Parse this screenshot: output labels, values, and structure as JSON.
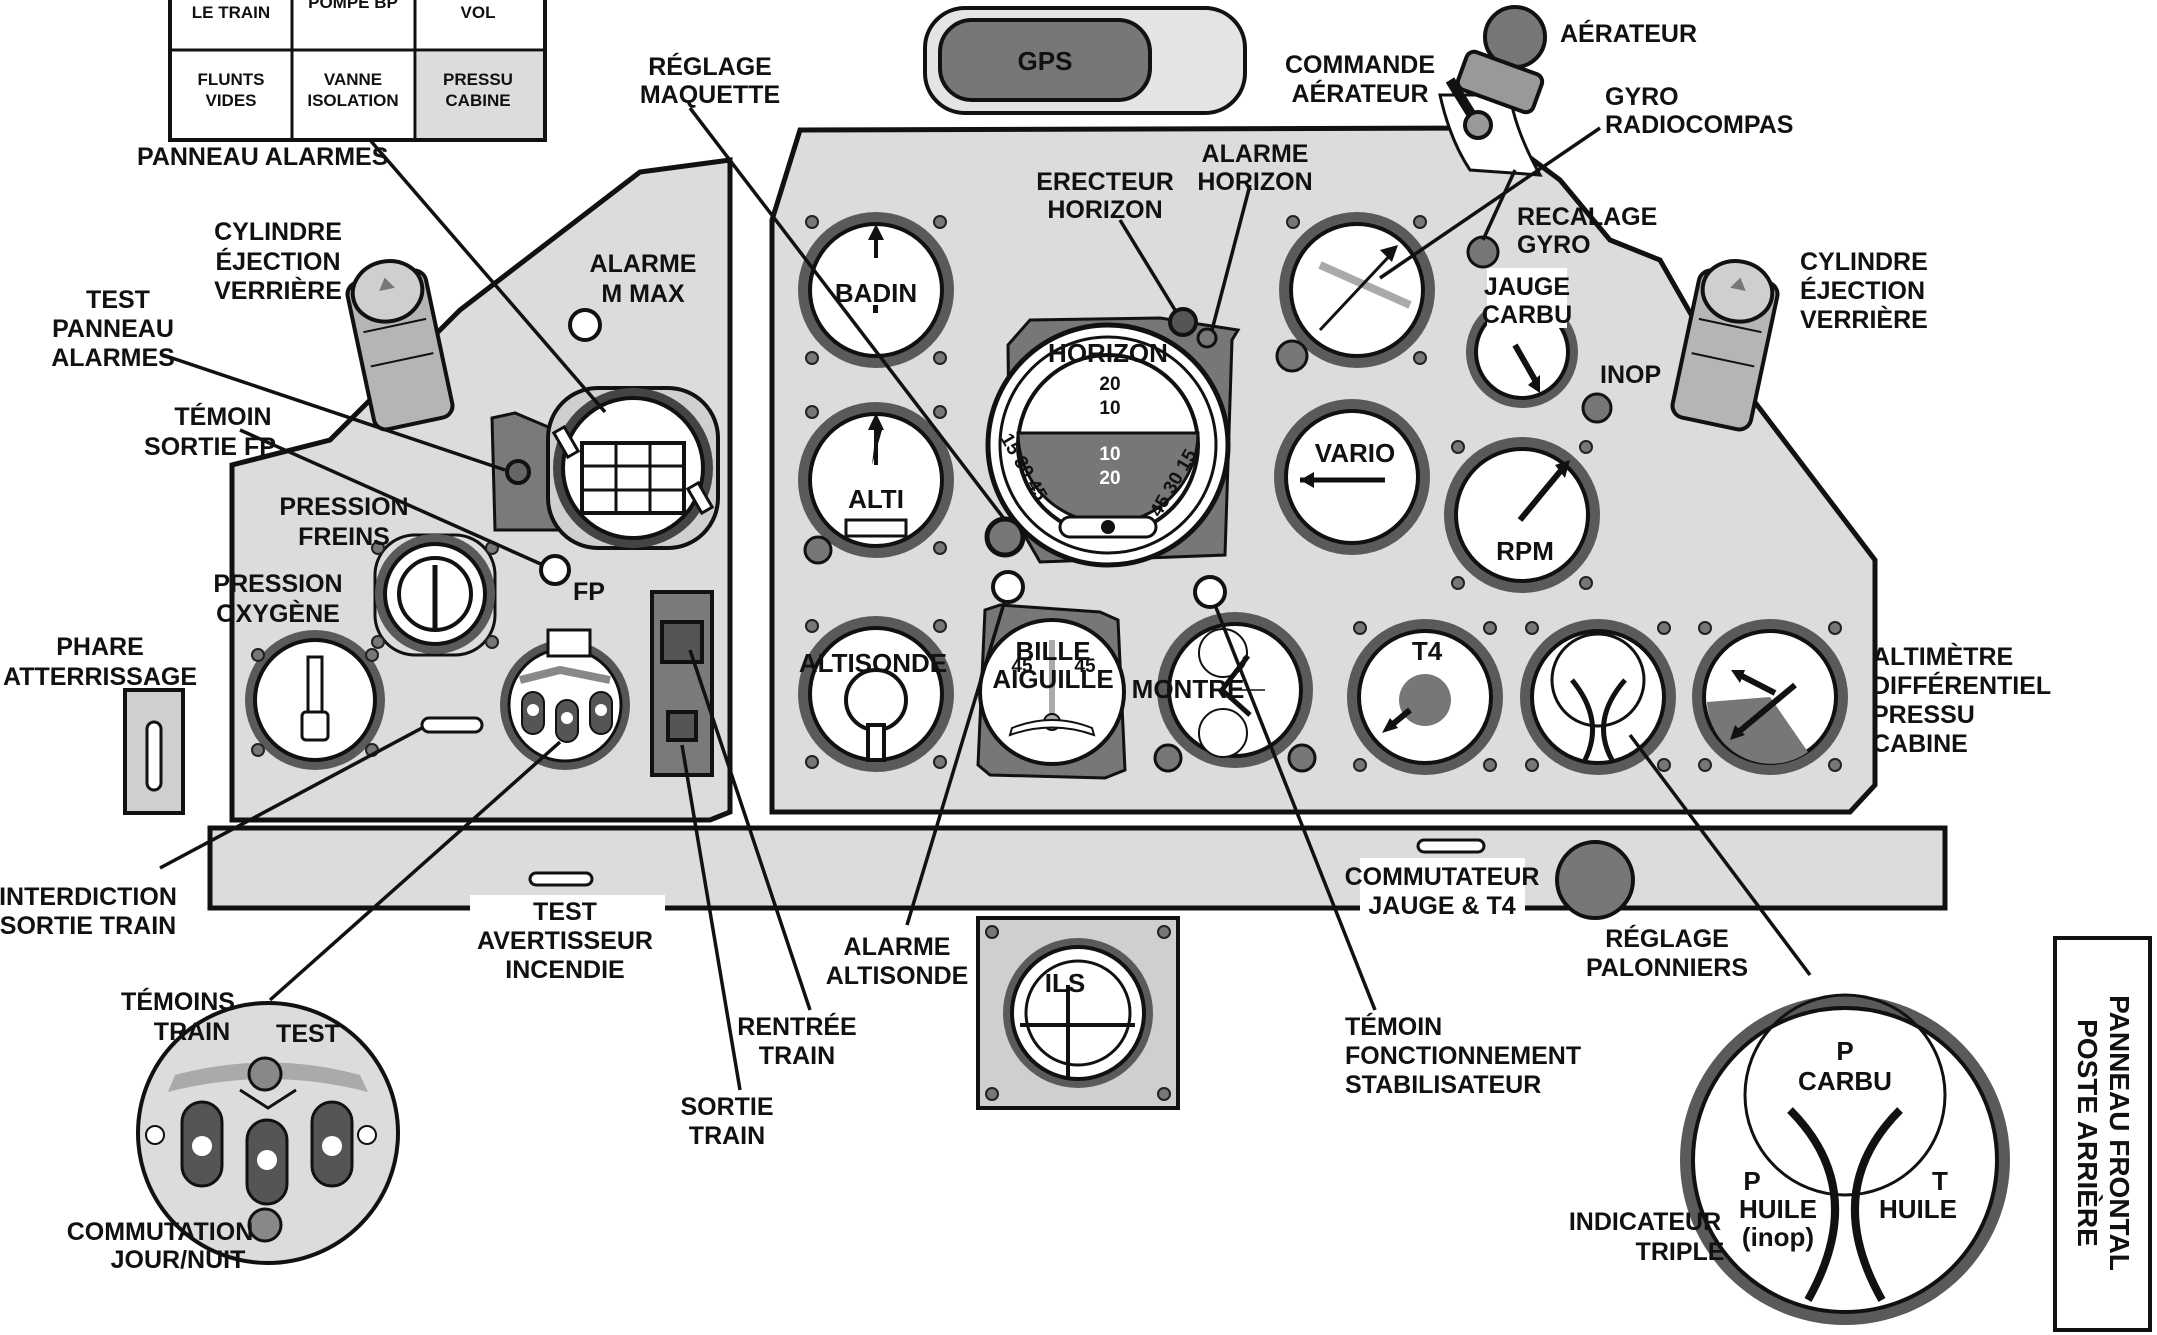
{
  "labels": {
    "panneau_alarmes": "PANNEAU ALARMES",
    "reglage_maquette": [
      "RÉGLAGE",
      "MAQUETTE"
    ],
    "commande_aerateur": [
      "COMMANDE",
      "AÉRATEUR"
    ],
    "aerateur": "AÉRATEUR",
    "gyro_radiocompas": [
      "GYRO",
      "RADIOCOMPAS"
    ],
    "erecteur_horizon": [
      "ERECTEUR",
      "HORIZON"
    ],
    "alarme_horizon": [
      "ALARME",
      "HORIZON"
    ],
    "recalage_gyro": [
      "RECALAGE",
      "GYRO"
    ],
    "jauge_carbu": [
      "JAUGE",
      "CARBU"
    ],
    "inop": "INOP",
    "cylindre_left": [
      "CYLINDRE",
      "ÉJECTION",
      "VERRIÈRE"
    ],
    "cylindre_right": [
      "CYLINDRE",
      "ÉJECTION",
      "VERRIÈRE"
    ],
    "test_panneau": [
      "TEST",
      "PANNEAU",
      "ALARMES"
    ],
    "alarme_mmax": [
      "ALARME",
      "M MAX"
    ],
    "temoin_fp": [
      "TÉMOIN",
      "SORTIE FP"
    ],
    "pression_freins": [
      "PRESSION",
      "FREINS"
    ],
    "pression_oxygene": [
      "PRESSION",
      "OXYGÈNE"
    ],
    "fp": "FP",
    "phare": [
      "PHARE",
      "ATTERRISSAGE"
    ],
    "interdiction": [
      "INTERDICTION",
      "SORTIE TRAIN"
    ],
    "test_avertisseur": [
      "TEST",
      "AVERTISSEUR",
      "INCENDIE"
    ],
    "alarme_altisonde": [
      "ALARME",
      "ALTISONDE"
    ],
    "rentree_train": [
      "RENTRÉE",
      "TRAIN"
    ],
    "sortie_train": [
      "SORTIE",
      "TRAIN"
    ],
    "temoins_train": [
      "TÉMOINS",
      "TRAIN"
    ],
    "test": "TEST",
    "commutation": [
      "COMMUTATION",
      "JOUR/NUIT"
    ],
    "commutateur": [
      "COMMUTATEUR",
      "JAUGE & T4"
    ],
    "reglage_palonniers": [
      "RÉGLAGE",
      "PALONNIERS"
    ],
    "temoin_stab": [
      "TÉMOIN",
      "FONCTIONNEMENT",
      "STABILISATEUR"
    ],
    "altimetre_diff": [
      "ALTIMÈTRE",
      "DIFFÉRENTIEL",
      "PRESSU",
      "CABINE"
    ],
    "indicateur_triple": [
      "INDICATEUR",
      "TRIPLE"
    ],
    "panneau_frontal": [
      "PANNEAU FRONTAL",
      "POSTE ARRIÈRE"
    ]
  },
  "alarm_panel": {
    "row1": [
      "LE TRAIN",
      "POMPE BP",
      "VOL"
    ],
    "row2": [
      [
        "FLUNTS",
        "VIDES"
      ],
      [
        "VANNE",
        "ISOLATION"
      ],
      [
        "PRESSU",
        "CABINE"
      ]
    ]
  },
  "gauges": {
    "gps": "GPS",
    "badin": "BADIN",
    "alti": "ALTI",
    "horizon": "HORIZON",
    "horizon_scale": [
      "20",
      "10",
      "10",
      "20"
    ],
    "horizon_bank_left": "15 30 45",
    "horizon_bank_right": "45 30 15",
    "vario": "VARIO",
    "rpm": "RPM",
    "altisonde": "ALTISONDE",
    "bille": [
      "BILLE",
      "AIGUILLE"
    ],
    "bille_marks": [
      "45",
      "45"
    ],
    "montre": "MONTRE",
    "t4": "T4",
    "ils": "ILS",
    "triple_p_carbu": [
      "P",
      "CARBU"
    ],
    "triple_p_huile": [
      "P",
      "HUILE",
      "(inop)"
    ],
    "triple_t_huile": [
      "T",
      "HUILE"
    ]
  },
  "colors": {
    "panel": "#dcdcdc",
    "bezel": "#5a5a5a",
    "dark_panel": "#7a7a7a",
    "line": "#111111"
  }
}
